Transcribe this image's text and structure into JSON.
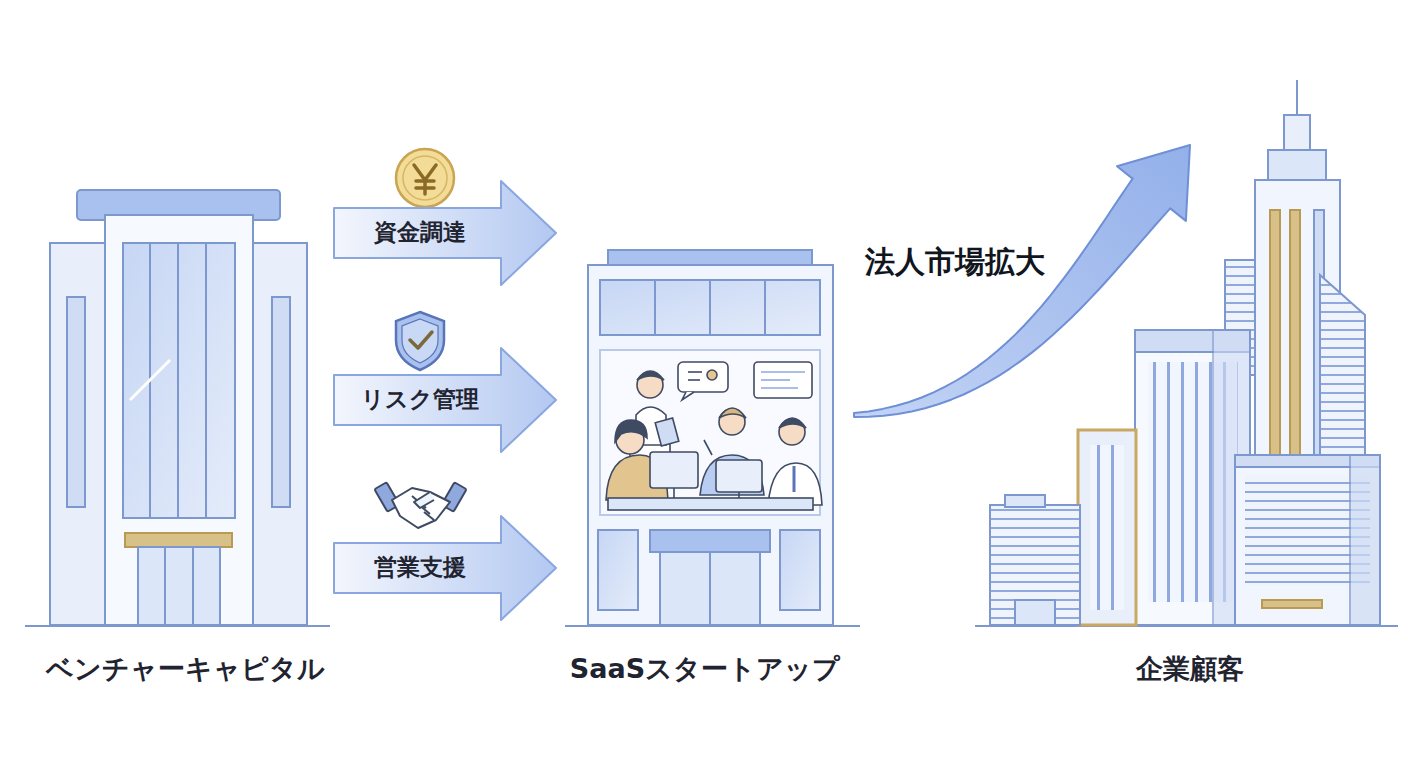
{
  "diagram": {
    "nodes": [
      {
        "text": [
          "ベンチャーキャピタル"
        ]
      },
      {
        "text": [
          "SaaSスタートアップ"
        ]
      },
      {
        "text": [
          "企業顧客"
        ]
      }
    ],
    "edges": [
      {
        "from": 0,
        "to": 1,
        "label": "資金調達",
        "arrow": "to"
      },
      {
        "from": 0,
        "to": 1,
        "label": "リスク管理",
        "arrow": "to"
      },
      {
        "from": 0,
        "to": 1,
        "label": "営業支援",
        "arrow": "to"
      },
      {
        "from": 1,
        "to": 2,
        "label": "法人市場拡大",
        "arrow": "to"
      }
    ]
  }
}
